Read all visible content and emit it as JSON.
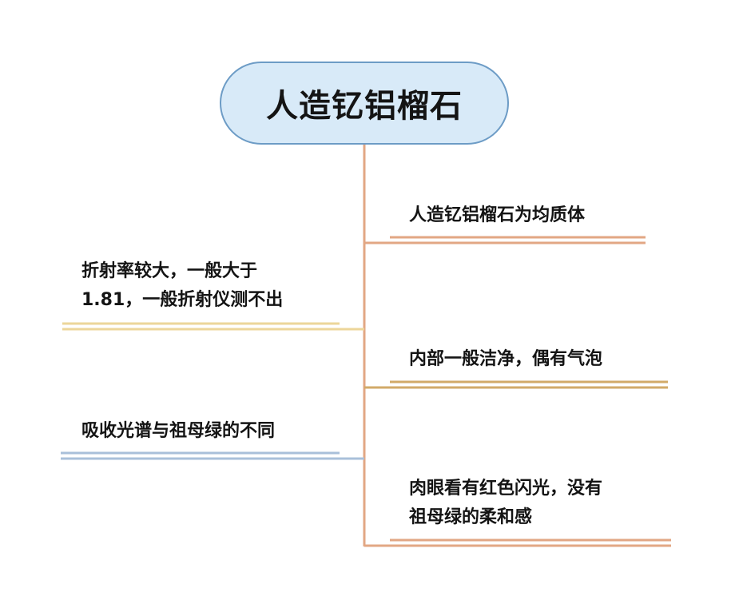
{
  "root": {
    "label": "人造钇铝榴石"
  },
  "right_branches": [
    {
      "label": "人造钇铝榴石为均质体",
      "color": "#e2a784"
    },
    {
      "label": "内部一般洁净，偶有气泡",
      "color": "#d2aa68"
    },
    {
      "label_line1": "肉眼看有红色闪光，没有",
      "label_line2": "祖母绿的柔和感",
      "color": "#e2a784"
    }
  ],
  "left_branches": [
    {
      "label_line1": "折射率较大，一般大于",
      "label_line2": "1.81，一般折射仪测不出",
      "color": "#ecd69a"
    },
    {
      "label": "吸收光谱与祖母绿的不同",
      "color": "#a9c0da"
    }
  ],
  "colors": {
    "spine": "#e2a784",
    "root_fill": "#d8eaf8",
    "root_border": "#6d9cc6"
  }
}
